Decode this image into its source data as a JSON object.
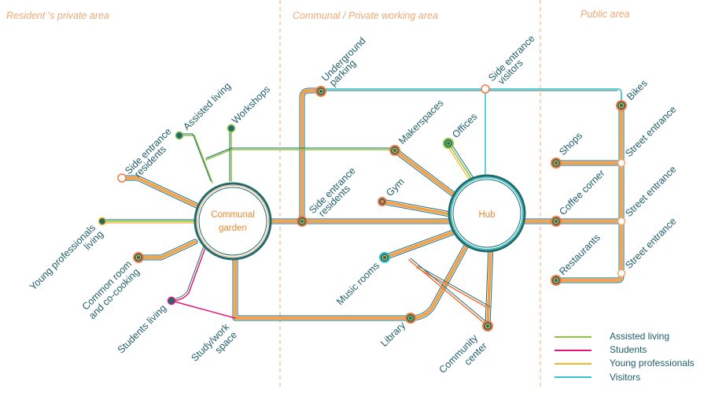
{
  "zones": [
    "Resident 's private area",
    "Communal / Private working area",
    "Public area"
  ],
  "hubs": {
    "garden_line1": "Communal",
    "garden_line2": "garden",
    "hub": "Hub"
  },
  "labels": {
    "side_entrance_residents_left": [
      "Side entrance",
      "residents"
    ],
    "assisted_living": "Assisted living",
    "workshops": "Workshops",
    "young_professionals_living": [
      "Young professionals",
      "living"
    ],
    "common_room": [
      "Common room",
      "and co-cooking"
    ],
    "students_living": "Students living",
    "study_work_space": [
      "Study/work",
      "space"
    ],
    "underground_parking": [
      "Underground",
      "parking"
    ],
    "side_entrance_residents_mid": [
      "Side entrance",
      "residents"
    ],
    "makerspaces": "Makerspaces",
    "offices": "Offices",
    "gym": "Gym",
    "music_rooms": "Music rooms",
    "library": "Library",
    "community_center": [
      "Community",
      "center"
    ],
    "side_entrance_visitors": [
      "Side entrance",
      "visitors"
    ],
    "bikes": "Bikes",
    "shops": "Shops",
    "coffee_corner": "Coffee corner",
    "restaurants": "Restaurants",
    "street_entrance_1": "Street entrance",
    "street_entrance_2": "Street entrance",
    "street_entrance_3": "Street entrance"
  },
  "legend": [
    {
      "label": "Assisted living",
      "color": "#8cc63f"
    },
    {
      "label": "Students",
      "color": "#e6197a"
    },
    {
      "label": "Young professionals",
      "color": "#f7b52c"
    },
    {
      "label": "Visitors",
      "color": "#33c4cc"
    }
  ],
  "colors": {
    "teal": "#1f6b6b",
    "orange": "#f47a42",
    "peach": "#f0a875"
  }
}
